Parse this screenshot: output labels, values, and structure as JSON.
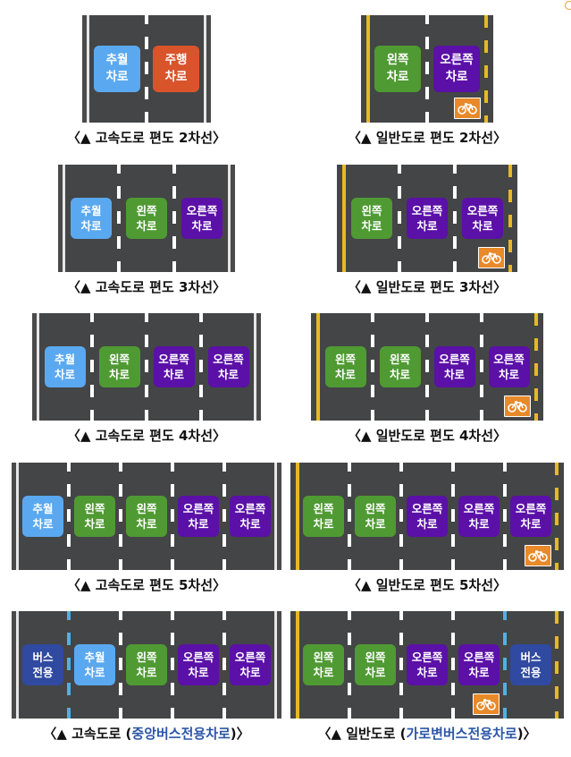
{
  "colors": {
    "passing": "#5aa9f0",
    "driving": "#d9532b",
    "left": "#4f9a33",
    "right": "#5b10a8",
    "bus": "#2f4aa0",
    "highlight": "#2c56a8"
  },
  "diagrams": [
    {
      "kind": "highway",
      "lanes": [
        {
          "l1": "추월",
          "l2": "차로",
          "c": "passing"
        },
        {
          "l1": "주행",
          "l2": "차로",
          "c": "driving"
        }
      ],
      "dividers": [
        "white"
      ],
      "bike": false,
      "caption": {
        "prefix": "〈▲ 고속도로 편도 2차선〉",
        "highlight": "",
        "suffix": ""
      }
    },
    {
      "kind": "general",
      "lanes": [
        {
          "l1": "왼쪽",
          "l2": "차로",
          "c": "left"
        },
        {
          "l1": "오른쪽",
          "l2": "차로",
          "c": "right"
        }
      ],
      "dividers": [
        "white"
      ],
      "bike": true,
      "caption": {
        "prefix": "〈▲ 일반도로 편도 2차선〉",
        "highlight": "",
        "suffix": ""
      }
    },
    {
      "kind": "highway",
      "lanes": [
        {
          "l1": "추월",
          "l2": "차로",
          "c": "passing"
        },
        {
          "l1": "왼쪽",
          "l2": "차로",
          "c": "left"
        },
        {
          "l1": "오른쪽",
          "l2": "차로",
          "c": "right"
        }
      ],
      "dividers": [
        "white",
        "white"
      ],
      "bike": false,
      "caption": {
        "prefix": "〈▲ 고속도로 편도 3차선〉",
        "highlight": "",
        "suffix": ""
      }
    },
    {
      "kind": "general",
      "lanes": [
        {
          "l1": "왼쪽",
          "l2": "차로",
          "c": "left"
        },
        {
          "l1": "오른쪽",
          "l2": "차로",
          "c": "right"
        },
        {
          "l1": "오른쪽",
          "l2": "차로",
          "c": "right"
        }
      ],
      "dividers": [
        "white",
        "white"
      ],
      "bike": true,
      "caption": {
        "prefix": "〈▲ 일반도로 편도 3차선〉",
        "highlight": "",
        "suffix": ""
      }
    },
    {
      "kind": "highway",
      "lanes": [
        {
          "l1": "추월",
          "l2": "차로",
          "c": "passing"
        },
        {
          "l1": "왼쪽",
          "l2": "차로",
          "c": "left"
        },
        {
          "l1": "오른쪽",
          "l2": "차로",
          "c": "right"
        },
        {
          "l1": "오른쪽",
          "l2": "차로",
          "c": "right"
        }
      ],
      "dividers": [
        "white",
        "white",
        "white"
      ],
      "bike": false,
      "caption": {
        "prefix": "〈▲ 고속도로 편도 4차선〉",
        "highlight": "",
        "suffix": ""
      }
    },
    {
      "kind": "general",
      "lanes": [
        {
          "l1": "왼쪽",
          "l2": "차로",
          "c": "left"
        },
        {
          "l1": "왼쪽",
          "l2": "차로",
          "c": "left"
        },
        {
          "l1": "오른쪽",
          "l2": "차로",
          "c": "right"
        },
        {
          "l1": "오른쪽",
          "l2": "차로",
          "c": "right"
        }
      ],
      "dividers": [
        "white",
        "white",
        "white"
      ],
      "bike": true,
      "caption": {
        "prefix": "〈▲ 일반도로 편도 4차선〉",
        "highlight": "",
        "suffix": ""
      }
    },
    {
      "kind": "highway",
      "lanes": [
        {
          "l1": "추월",
          "l2": "차로",
          "c": "passing"
        },
        {
          "l1": "왼쪽",
          "l2": "차로",
          "c": "left"
        },
        {
          "l1": "왼쪽",
          "l2": "차로",
          "c": "left"
        },
        {
          "l1": "오른쪽",
          "l2": "차로",
          "c": "right"
        },
        {
          "l1": "오른쪽",
          "l2": "차로",
          "c": "right"
        }
      ],
      "dividers": [
        "white",
        "white",
        "white",
        "white"
      ],
      "bike": false,
      "caption": {
        "prefix": "〈▲ 고속도로 편도 5차선〉",
        "highlight": "",
        "suffix": ""
      }
    },
    {
      "kind": "general",
      "lanes": [
        {
          "l1": "왼쪽",
          "l2": "차로",
          "c": "left"
        },
        {
          "l1": "왼쪽",
          "l2": "차로",
          "c": "left"
        },
        {
          "l1": "오른쪽",
          "l2": "차로",
          "c": "right"
        },
        {
          "l1": "오른쪽",
          "l2": "차로",
          "c": "right"
        },
        {
          "l1": "오른쪽",
          "l2": "차로",
          "c": "right"
        }
      ],
      "dividers": [
        "white",
        "white",
        "white",
        "white"
      ],
      "bike": true,
      "caption": {
        "prefix": "〈▲ 일반도로 편도 5차선〉",
        "highlight": "",
        "suffix": ""
      }
    },
    {
      "kind": "highway",
      "lanes": [
        {
          "l1": "버스",
          "l2": "전용",
          "c": "bus"
        },
        {
          "l1": "추월",
          "l2": "차로",
          "c": "passing"
        },
        {
          "l1": "왼쪽",
          "l2": "차로",
          "c": "left"
        },
        {
          "l1": "오른쪽",
          "l2": "차로",
          "c": "right"
        },
        {
          "l1": "오른쪽",
          "l2": "차로",
          "c": "right"
        }
      ],
      "dividers": [
        "blue",
        "white",
        "white",
        "white"
      ],
      "bike": false,
      "caption": {
        "prefix": "〈▲ 고속도로 (",
        "highlight": "중앙버스전용차로",
        "suffix": ")〉"
      }
    },
    {
      "kind": "general",
      "lanes": [
        {
          "l1": "왼쪽",
          "l2": "차로",
          "c": "left"
        },
        {
          "l1": "왼쪽",
          "l2": "차로",
          "c": "left"
        },
        {
          "l1": "오른쪽",
          "l2": "차로",
          "c": "right"
        },
        {
          "l1": "오른쪽",
          "l2": "차로",
          "c": "right"
        },
        {
          "l1": "버스",
          "l2": "전용",
          "c": "bus"
        }
      ],
      "dividers": [
        "white",
        "white",
        "white",
        "blue"
      ],
      "bike": true,
      "bikeLane": 3,
      "caption": {
        "prefix": "〈▲ 일반도로 (",
        "highlight": "가로변버스전용차로",
        "suffix": ")〉"
      }
    }
  ]
}
